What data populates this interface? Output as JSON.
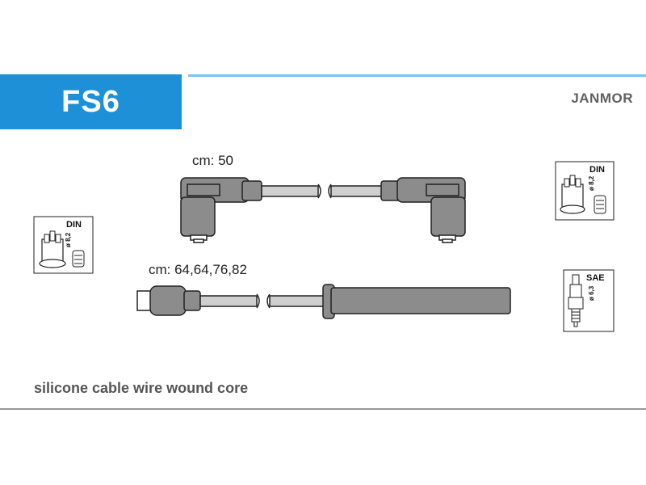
{
  "header": {
    "code": "FS6",
    "brand": "JANMOR"
  },
  "cables": {
    "top_length": "cm: 50",
    "bottom_length": "cm: 64,64,76,82"
  },
  "connectors": {
    "left_din": {
      "label": "DIN",
      "spec": "ø 8,2"
    },
    "right_din": {
      "label": "DIN",
      "spec": "ø 8,2"
    },
    "right_sae": {
      "label": "SAE",
      "spec": "ø 6,3"
    }
  },
  "caption": "silicone cable wire wound core",
  "colors": {
    "code_bg": "#1e90d8",
    "rule": "#79c6e8",
    "boot_fill": "#8c8c8c",
    "cable_fill": "#c8c8c8"
  }
}
